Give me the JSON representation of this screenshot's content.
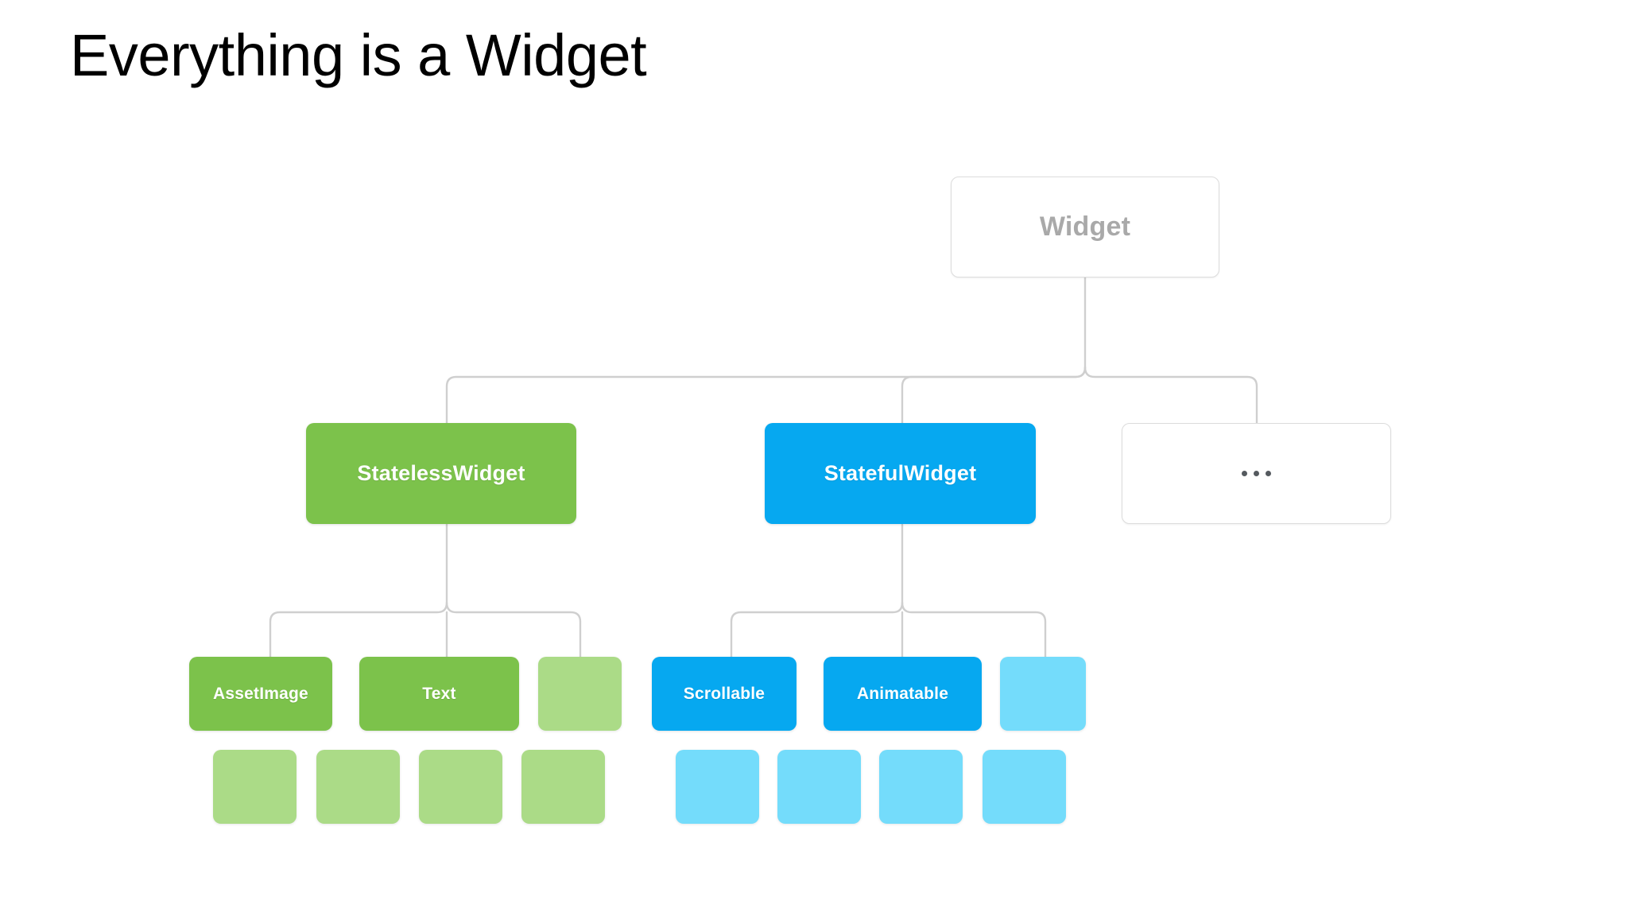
{
  "slide": {
    "title": "Everything is a Widget",
    "background_color": "#ffffff"
  },
  "palette": {
    "green": "#7CC24B",
    "green_light": "#ABDB87",
    "blue": "#06A8F0",
    "blue_light": "#74DCFB",
    "outline_border": "#dcdcdc",
    "outline_text": "#a9a9a9",
    "connector": "#cfcfcf",
    "dots": "#555a5f",
    "title_text": "#000000"
  },
  "diagram": {
    "type": "hierarchy-tree",
    "root": {
      "id": "widget",
      "label": "Widget",
      "style": "outline"
    },
    "level2": [
      {
        "id": "stateless-widget",
        "label": "StatelessWidget",
        "style": "solid-green"
      },
      {
        "id": "stateful-widget",
        "label": "StatefulWidget",
        "style": "solid-blue"
      },
      {
        "id": "more-widgets",
        "label": "•••",
        "style": "outline-dots"
      }
    ],
    "level3_green": [
      {
        "id": "asset-image",
        "label": "AssetImage",
        "style": "solid-green"
      },
      {
        "id": "text",
        "label": "Text",
        "style": "solid-green"
      },
      {
        "id": "green-placeholder",
        "label": "",
        "style": "light-green"
      }
    ],
    "level3_blue": [
      {
        "id": "scrollable",
        "label": "Scrollable",
        "style": "solid-blue"
      },
      {
        "id": "animatable",
        "label": "Animatable",
        "style": "solid-blue"
      },
      {
        "id": "blue-placeholder",
        "label": "",
        "style": "light-blue"
      }
    ],
    "level4_green": [
      {
        "id": "green-leaf-1",
        "label": ""
      },
      {
        "id": "green-leaf-2",
        "label": ""
      },
      {
        "id": "green-leaf-3",
        "label": ""
      },
      {
        "id": "green-leaf-4",
        "label": ""
      }
    ],
    "level4_blue": [
      {
        "id": "blue-leaf-1",
        "label": ""
      },
      {
        "id": "blue-leaf-2",
        "label": ""
      },
      {
        "id": "blue-leaf-3",
        "label": ""
      },
      {
        "id": "blue-leaf-4",
        "label": ""
      }
    ]
  }
}
